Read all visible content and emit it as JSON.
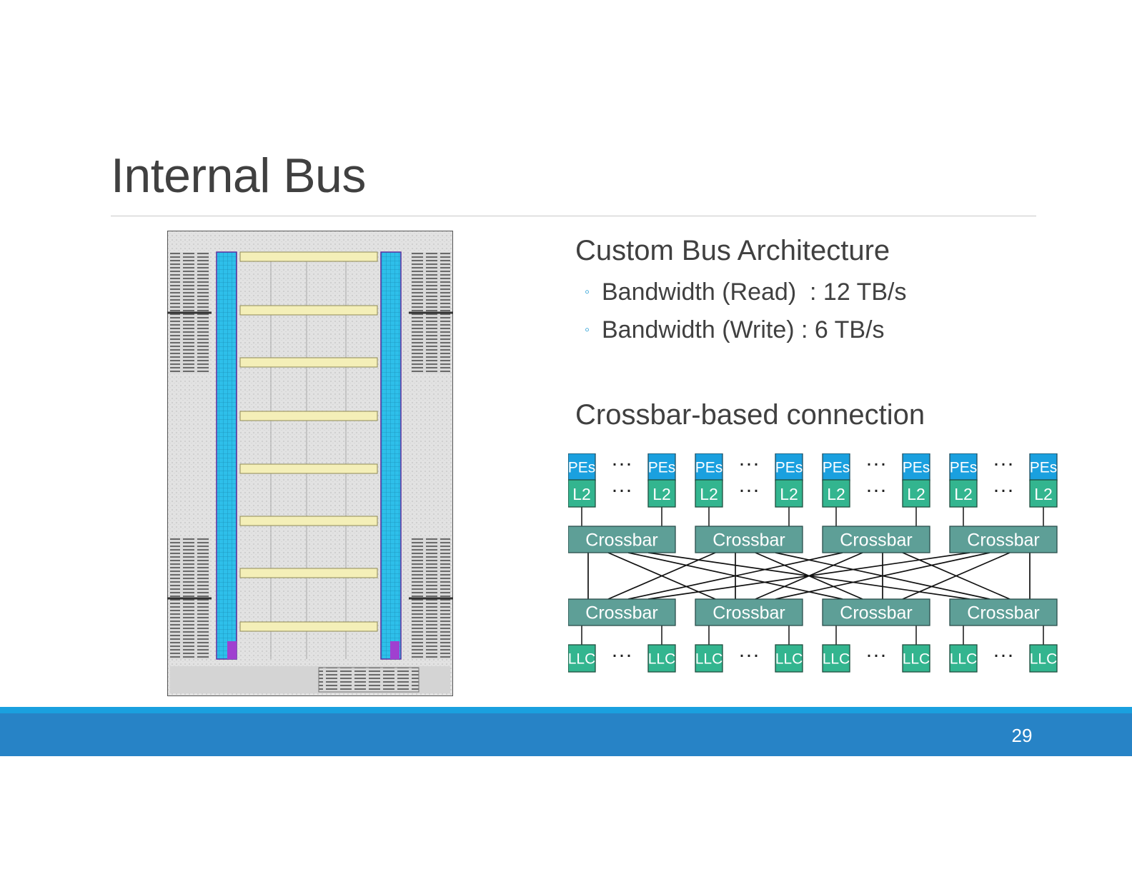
{
  "slide": {
    "title": "Internal Bus",
    "page_number": "29"
  },
  "custom_bus": {
    "heading": "Custom Bus Architecture",
    "bullets": [
      "Bandwidth (Read)  : 12 TB/s",
      "Bandwidth (Write) : 6 TB/s"
    ]
  },
  "crossbar": {
    "heading": "Crossbar-based connection",
    "pe_label": "PEs",
    "l2_label": "L2",
    "crossbar_label": "Crossbar",
    "llc_label": "LLC",
    "ellipsis": "···"
  },
  "colors": {
    "pe_blue": "#1aa0df",
    "l2_green": "#33b58f",
    "crossbar_teal": "#5e9f97",
    "footer_blue": "#2783c6",
    "die_cyan": "#2ebfea",
    "die_yellow": "#f4efb8"
  },
  "icons": {
    "bullet": "◦"
  }
}
